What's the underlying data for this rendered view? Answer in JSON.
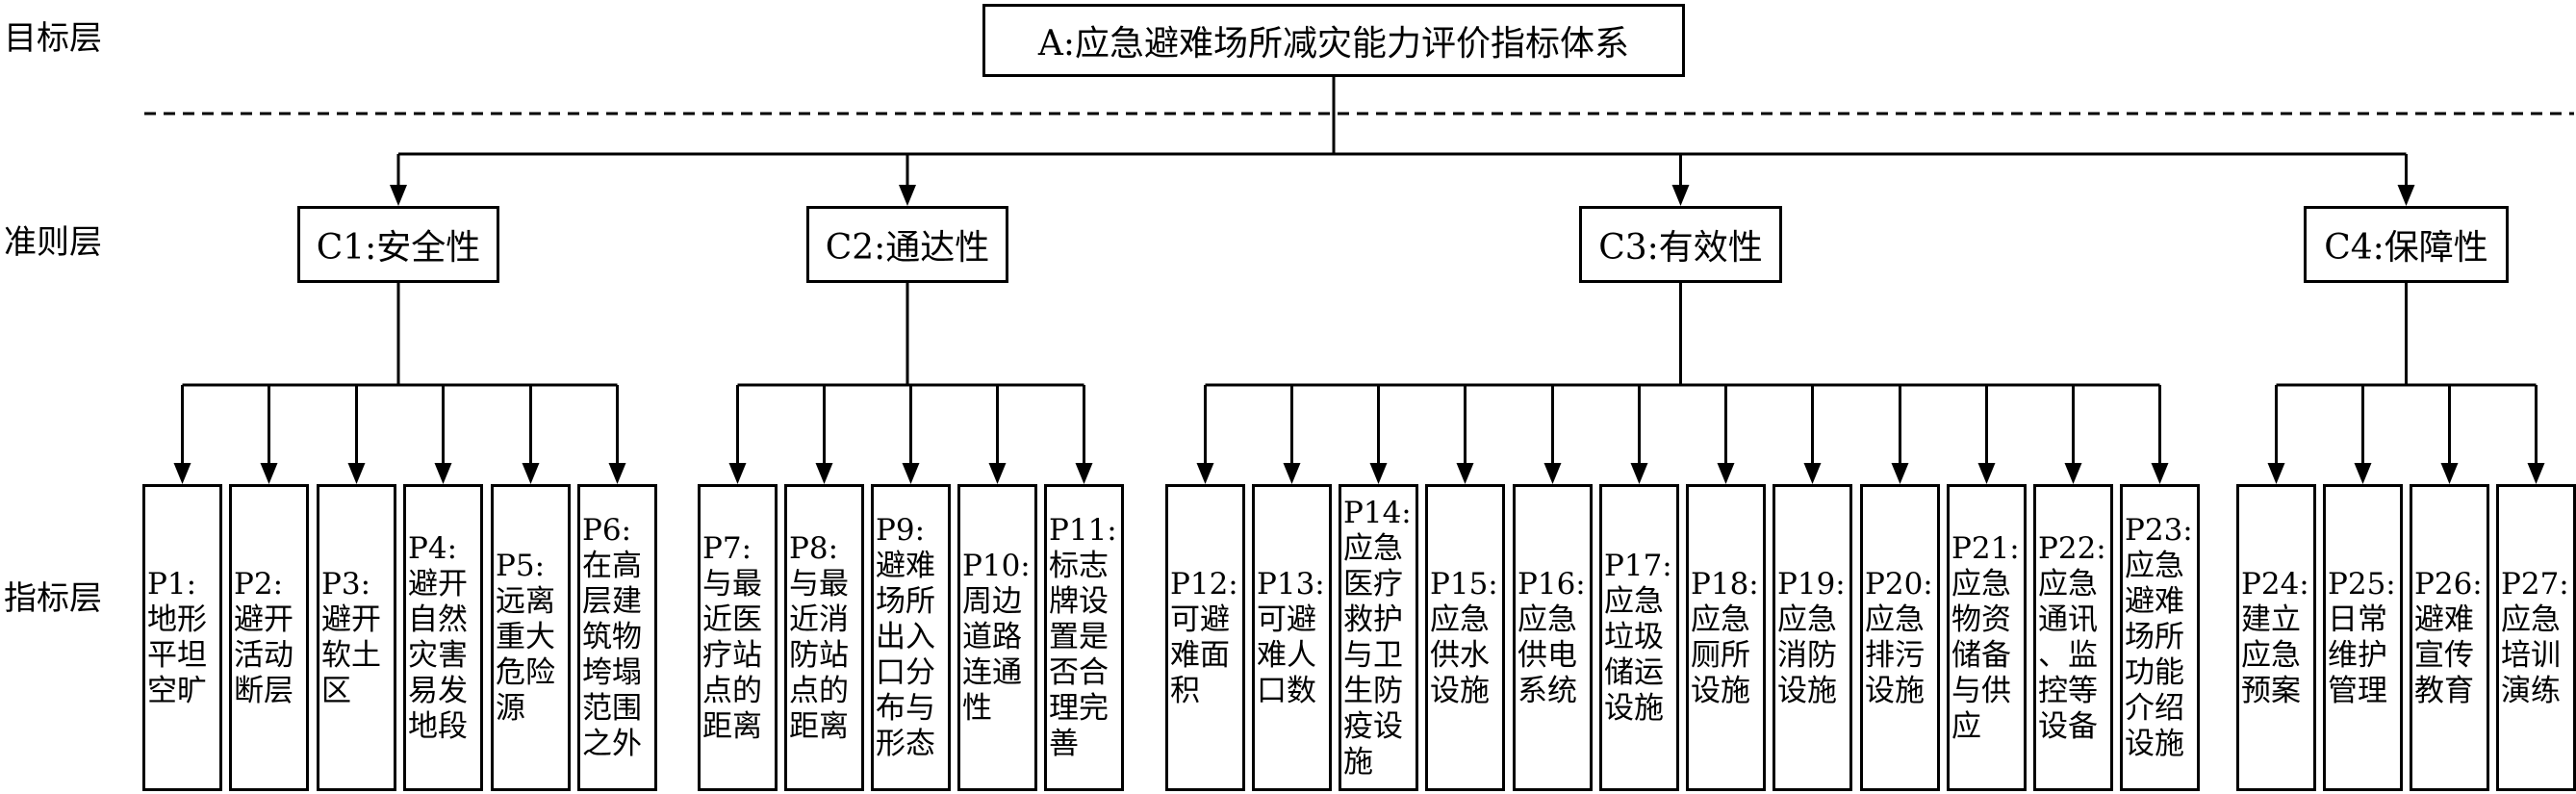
{
  "layers": {
    "goal": "目标层",
    "criteria": "准则层",
    "indicator": "指标层"
  },
  "goal": "A:应急避难场所减灾能力评价指标体系",
  "criteria": [
    {
      "label": "C1:安全性"
    },
    {
      "label": "C2:通达性"
    },
    {
      "label": "C3:有效性"
    },
    {
      "label": "C4:保障性"
    }
  ],
  "indicators": [
    {
      "lines": [
        "P1:",
        "地形",
        "平坦",
        "空旷"
      ]
    },
    {
      "lines": [
        "P2:",
        "避开",
        "活动",
        "断层"
      ]
    },
    {
      "lines": [
        "P3:",
        "避开",
        "软土",
        "区"
      ]
    },
    {
      "lines": [
        "P4:",
        "避开",
        "自然",
        "灾害",
        "易发",
        "地段"
      ]
    },
    {
      "lines": [
        "P5:",
        "远离",
        "重大",
        "危险",
        "源"
      ]
    },
    {
      "lines": [
        "P6:",
        "在高",
        "层建",
        "筑物",
        "垮塌",
        "范围",
        "之外"
      ]
    },
    {
      "lines": [
        "P7:",
        "与最",
        "近医",
        "疗站",
        "点的",
        "距离"
      ]
    },
    {
      "lines": [
        "P8:",
        "与最",
        "近消",
        "防站",
        "点的",
        "距离"
      ]
    },
    {
      "lines": [
        "P9:",
        "避难",
        "场所",
        "出入",
        "口分",
        "布与",
        "形态"
      ]
    },
    {
      "lines": [
        "P10:",
        "周边",
        "道路",
        "连通",
        "性"
      ]
    },
    {
      "lines": [
        "P11:",
        "标志",
        "牌设",
        "置是",
        "否合",
        "理完",
        "善"
      ]
    },
    {
      "lines": [
        "P12:",
        "可避",
        "难面",
        "积"
      ]
    },
    {
      "lines": [
        "P13:",
        "可避",
        "难人",
        "口数"
      ]
    },
    {
      "lines": [
        "P14:",
        "应急",
        "医疗",
        "救护",
        "与卫",
        "生防",
        "疫设",
        "施"
      ]
    },
    {
      "lines": [
        "P15:",
        "应急",
        "供水",
        "设施"
      ]
    },
    {
      "lines": [
        "P16:",
        "应急",
        "供电",
        "系统"
      ]
    },
    {
      "lines": [
        "P17:",
        "应急",
        "垃圾",
        "储运",
        "设施"
      ]
    },
    {
      "lines": [
        "P18:",
        "应急",
        "厕所",
        "设施"
      ]
    },
    {
      "lines": [
        "P19:",
        "应急",
        "消防",
        "设施"
      ]
    },
    {
      "lines": [
        "P20:",
        "应急",
        "排污",
        "设施"
      ]
    },
    {
      "lines": [
        "P21:",
        "应急",
        "物资",
        "储备",
        "与供",
        "应"
      ]
    },
    {
      "lines": [
        "P22:",
        "应急",
        "通讯",
        "、监",
        "控等",
        "设备"
      ]
    },
    {
      "lines": [
        "P23:",
        "应急",
        "避难",
        "场所",
        "功能",
        "介绍",
        "设施"
      ]
    },
    {
      "lines": [
        "P24:",
        "建立",
        "应急",
        "预案"
      ]
    },
    {
      "lines": [
        "P25:",
        "日常",
        "维护",
        "管理"
      ]
    },
    {
      "lines": [
        "P26:",
        "避难",
        "宣传",
        "教育"
      ]
    },
    {
      "lines": [
        "P27:",
        "应急",
        "培训",
        "演练"
      ]
    }
  ]
}
